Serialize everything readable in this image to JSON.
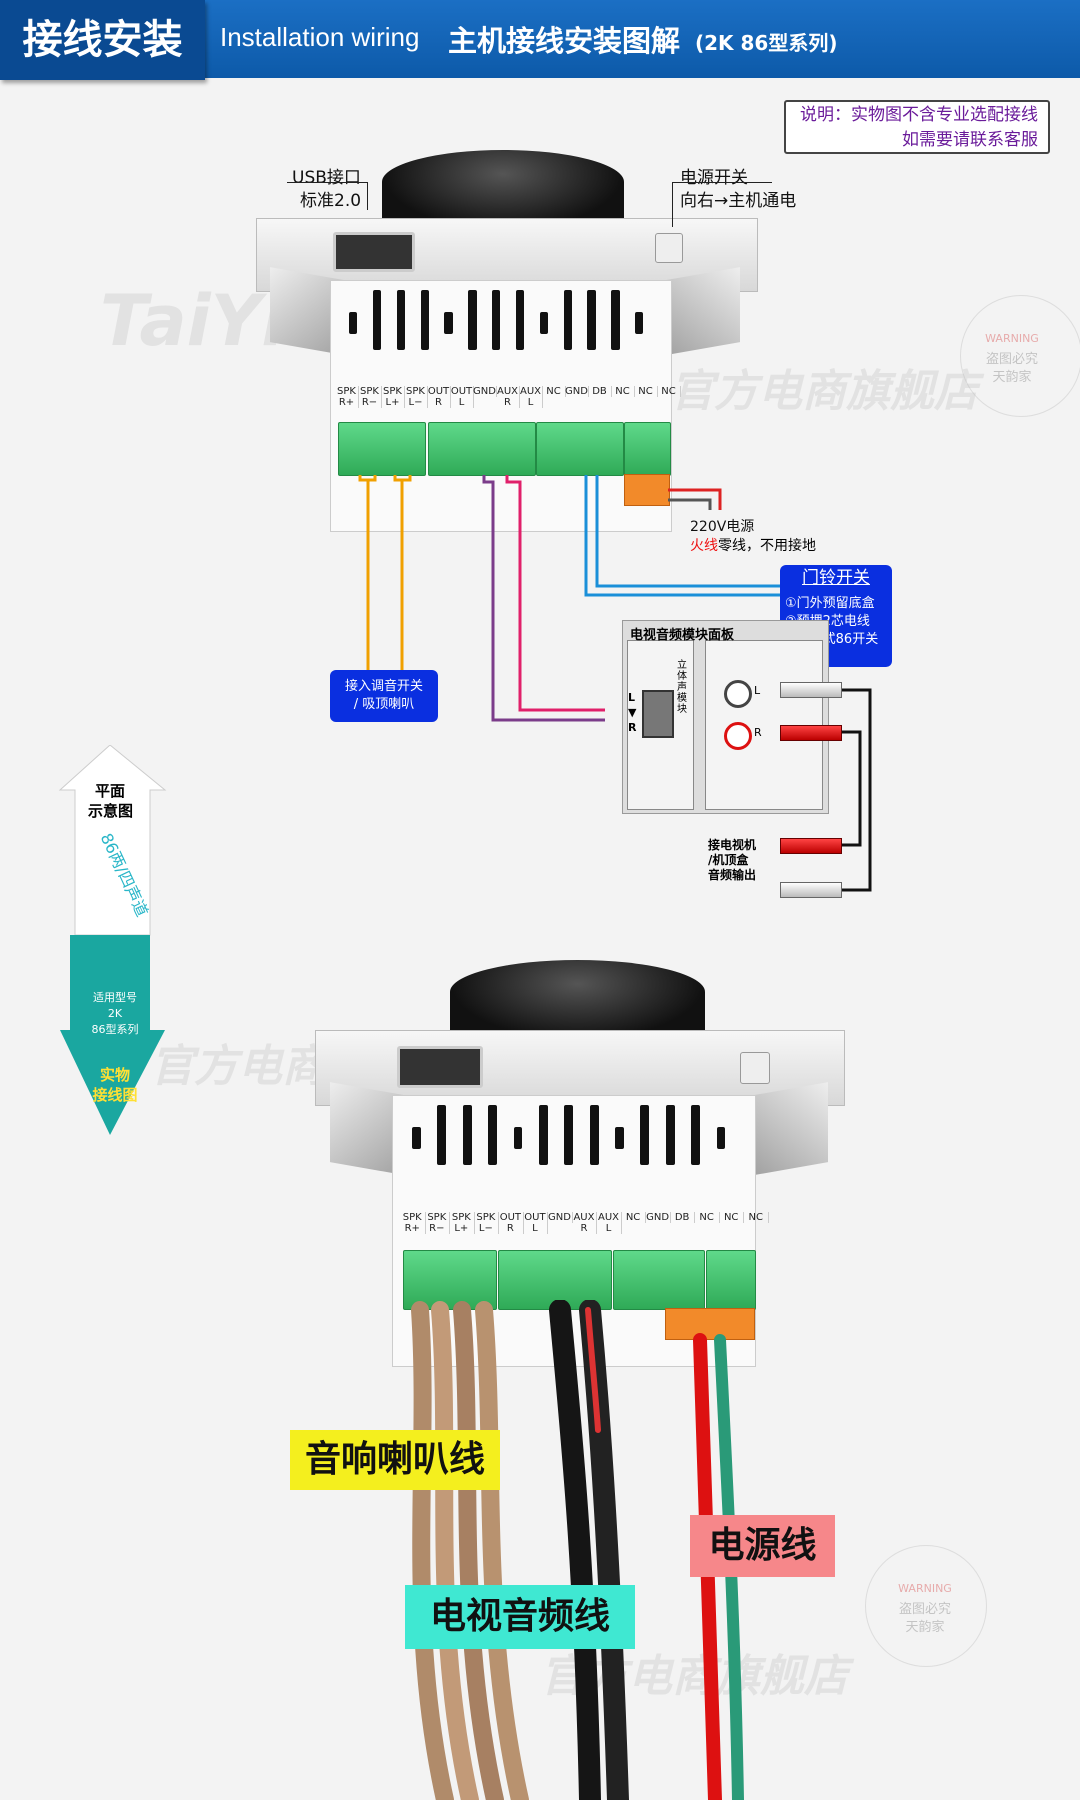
{
  "header": {
    "title_cn": "接线安装",
    "title_en": "Installation wiring",
    "subtitle_cn": "主机接线安装图解",
    "model": "(2K 86型系列)"
  },
  "note": {
    "line1": "说明：实物图不含专业选配接线",
    "line2": "如需要请联系客服"
  },
  "top": {
    "usb_label1": "USB接口",
    "usb_label2": "标准2.0",
    "power_label1": "电源开关",
    "power_label2": "向右→主机通电",
    "terminals": [
      "SPK R+",
      "SPK R−",
      "SPK L+",
      "SPK L−",
      "OUT R",
      "OUT L",
      "GND",
      "AUX R",
      "AUX L",
      "NC",
      "GND",
      "DB",
      "NC",
      "NC",
      "NC"
    ],
    "power_note1": "220V电源",
    "power_note2_red": "火线",
    "power_note2_rest": "零线，不用接地",
    "doorbell_title": "门铃开关",
    "doorbell_items": [
      "①门外预留底盒",
      "②预埋2芯电线",
      "③弹压式86开关"
    ],
    "speaker_box1": "接入调音开关",
    "speaker_box2": "/ 吸顶喇叭",
    "tv_panel_title": "电视音频模块面板",
    "tv_panel_vertical": "立体声模块",
    "tv_input_label1": "接电视机",
    "tv_input_label2": "/机顶盒",
    "tv_input_label3": "音频输出",
    "tv_pins": [
      "L",
      "▼",
      "R"
    ],
    "rca_l": "L",
    "rca_r": "R"
  },
  "side": {
    "arrow_top1": "平面",
    "arrow_top2": "示意图",
    "ribbon": "86两/四声道",
    "model1": "适用型号",
    "model2": "2K",
    "model3": "86型系列",
    "arrow_bottom1": "实物",
    "arrow_bottom2": "接线图"
  },
  "bottom": {
    "terminals": [
      "SPK R+",
      "SPK R−",
      "SPK L+",
      "SPK L−",
      "OUT R",
      "OUT L",
      "GND",
      "AUX R",
      "AUX L",
      "NC",
      "GND",
      "DB",
      "NC",
      "NC",
      "NC"
    ],
    "tag_speaker": "音响喇叭线",
    "tag_tv": "电视音频线",
    "tag_power": "电源线"
  },
  "watermark": {
    "warning": "WARNING",
    "line1": "盗图必究",
    "line2": "天韵家",
    "shop": "官方电商旗舰店"
  },
  "colors": {
    "header": "#1b6fc4",
    "terminal": "#3cbf6a",
    "blue_box": "#0a2fe0",
    "tag_yellow": "#f4ef1e",
    "tag_cyan": "#3fe8d2",
    "tag_pink": "#f6878a"
  }
}
